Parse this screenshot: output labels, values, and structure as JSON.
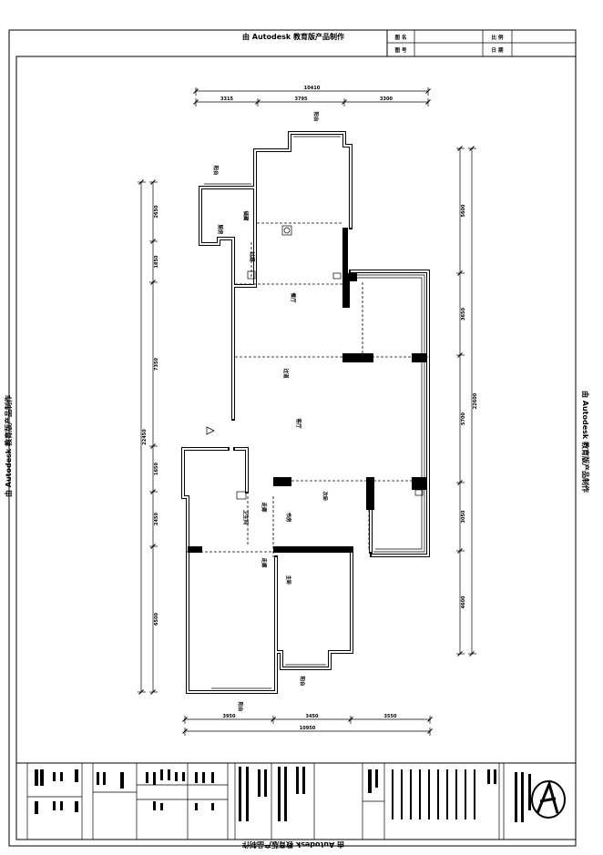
{
  "watermark": {
    "top": "由 Autodesk 教育版产品制作",
    "left": "由 Autodesk 教育版产品制作",
    "right": "由 Autodesk 教育版产品制作",
    "bottom": "由 Autodesk 教育版产品制作"
  },
  "header_table": {
    "col1": [
      "图 名",
      "图 号"
    ],
    "col3": [
      "比 例",
      "日 期"
    ]
  },
  "dimensions": {
    "top": {
      "total": "10410",
      "segments": [
        "3315",
        "3795",
        "3300"
      ]
    },
    "left": {
      "total": "22450",
      "segments": [
        "2650",
        "1850",
        "7350",
        "1650",
        "2450",
        "6500"
      ]
    },
    "right": {
      "total": "22600",
      "segments": [
        "5600",
        "3650",
        "5700",
        "3050",
        "4600"
      ]
    },
    "bottom": {
      "total": "10950",
      "segments": [
        "3950",
        "3450",
        "3550"
      ]
    }
  },
  "rooms": [
    "阳台",
    "阳台",
    "厨房",
    "储藏",
    "过道",
    "餐厅",
    "过道",
    "客厅",
    "次卧",
    "卫生间",
    "走廊",
    "书房",
    "走廊",
    "主卧",
    "阳台",
    "阳台"
  ]
}
